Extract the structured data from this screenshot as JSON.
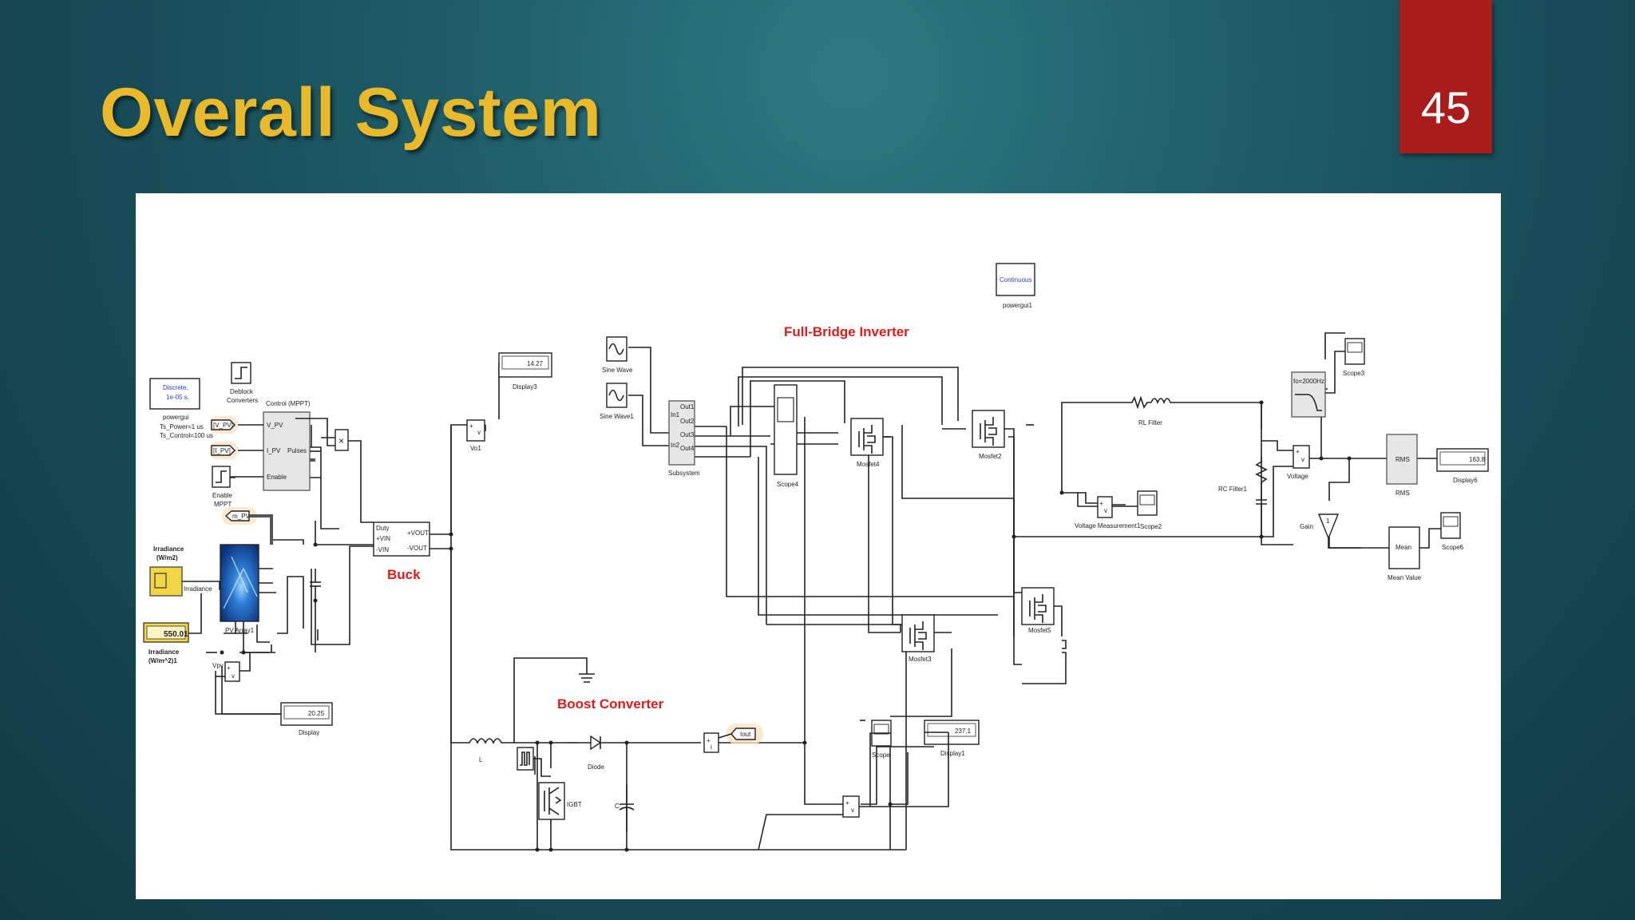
{
  "slide": {
    "title": "Overall System",
    "page_number": "45"
  },
  "colors": {
    "title": "#e8b92b",
    "badge": "#a81c1c",
    "section_label": "#e01b1b",
    "highlight": "#f5a623",
    "yellow_block": "#f3d646"
  },
  "diagram": {
    "sections": {
      "inverter": "Full-Bridge Inverter",
      "buck": "Buck",
      "boost": "Boost Converter"
    },
    "powergui": {
      "label": "powergui",
      "mode": "Discrete,",
      "step": "1e-05 s.",
      "ts_power": "Ts_Power=1 us",
      "ts_control": "Ts_Control=100 us"
    },
    "powergui1": {
      "mode": "Continuous",
      "label": "powergui1"
    },
    "deblock": {
      "line1": "Deblock",
      "line2": "Converters"
    },
    "mppt": {
      "title": "Control (MPPT)",
      "in_vpv": "V_PV",
      "in_ipv": "I_PV",
      "in_enable": "Enable",
      "out_pulses": "Pulses",
      "tag_vpv": "[V_PV]",
      "tag_ipv": "[I_PV]",
      "tag_mpv": "m_PV"
    },
    "enable_mppt": {
      "line1": "Enable",
      "line2": "MPPT"
    },
    "irradiance": {
      "label1": "Irradiance",
      "label2": "(W/m2)",
      "port": "Irradiance",
      "display_value": "550.01",
      "display_label1": "Irradiance",
      "display_label2": "(W/m^2)1"
    },
    "pv_array": {
      "label": "PV Array1"
    },
    "vpv": {
      "label": "Vpv",
      "display_value": "20.25",
      "display_label": "Display"
    },
    "buck_block": {
      "in_duty": "Duty",
      "in_vin_p": "+VIN",
      "in_vin_m": "-VIN",
      "out_vout_p": "+VOUT",
      "out_vout_m": "-VOUT"
    },
    "vo1": {
      "label": "Vo1",
      "display_value": "14.27",
      "display_label": "Display3"
    },
    "sine": {
      "wave": "Sine Wave",
      "wave1": "Sine Wave1"
    },
    "subsystem": {
      "label": "Subsystem",
      "in1": "In1",
      "in2": "In2",
      "out1": "Out1",
      "out2": "Out2",
      "out3": "Out3",
      "out4": "Out4"
    },
    "scope4": "Scope4",
    "mosfets": {
      "m2": "Mosfet2",
      "m3": "Mosfet3",
      "m4": "Mosfet4",
      "m5": "Mosfet5"
    },
    "rl_filter": "RL Filter",
    "rc_filter": "RC Filter1",
    "voltage": "Voltage",
    "voltage_measurement": "Voltage Measurement1",
    "scope2": "Scope2",
    "lowpass": {
      "text": "fo=2000Hz",
      "scope": "Scope3"
    },
    "rms": {
      "text": "RMS",
      "label": "RMS",
      "display_value": "163.8",
      "display_label": "Display6"
    },
    "gain": {
      "label": "Gain",
      "value": "1"
    },
    "mean": {
      "text": "Mean",
      "label": "Mean Value",
      "scope": "Scope6"
    },
    "boost": {
      "inductor": "L",
      "diode": "Diode",
      "igbt": "IGBT",
      "capacitor": "C",
      "tag_iout": "Iout"
    },
    "scope": "Scope",
    "display1": {
      "value": "237.1",
      "label": "Display1"
    }
  }
}
